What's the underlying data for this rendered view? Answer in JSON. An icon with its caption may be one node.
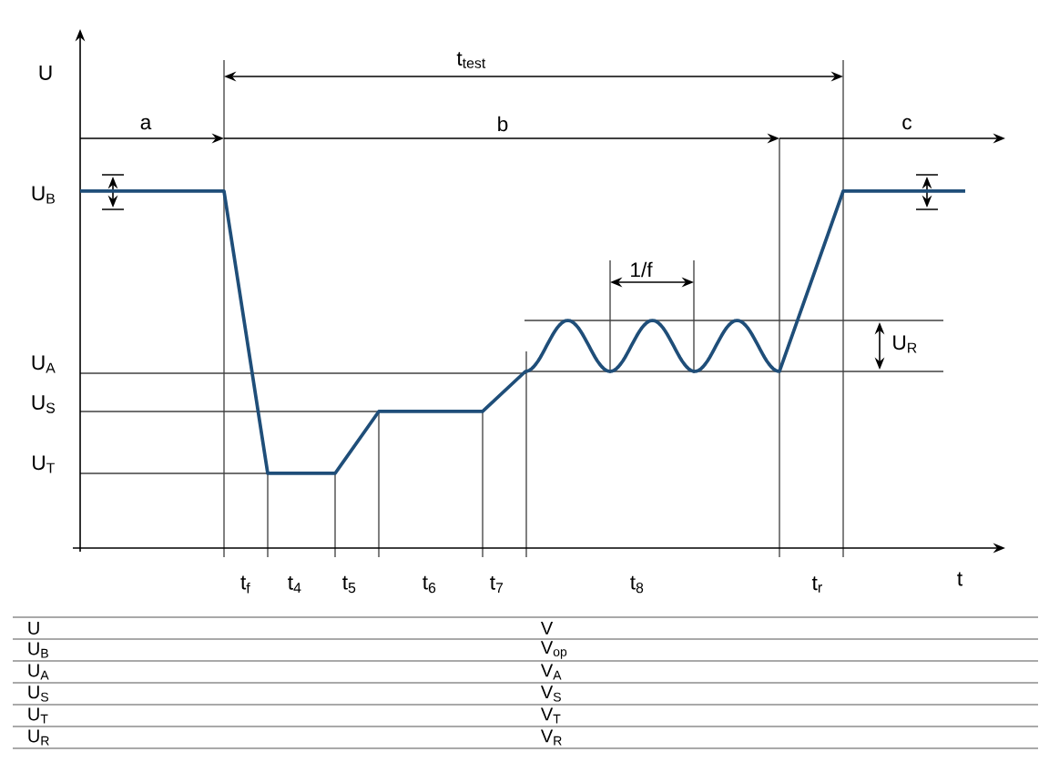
{
  "diagram": {
    "labels": [
      "t$_{test}$",
      "U",
      "a",
      "b",
      "c",
      "U$_{B}$",
      "1/f",
      "U$_{R}$",
      "U$_{A}$",
      "U$_{S}$",
      "U$_{T}$",
      "t$_{f}$",
      "t$_{4}$",
      "t$_{5}$",
      "t$_{6}$",
      "t$_{7}$",
      "t$_{8}$",
      "t$_{r}$",
      "t",
      "U",
      "V",
      "U$_{B}$",
      "V$_{op}$",
      "U$_{A}$",
      "V$_{A}$",
      "U$_{S}$",
      "V$_{S}$",
      "U$_{T}$",
      "V$_{T}$",
      "U$_{R}$",
      "V$_{R}$"
    ]
  }
}
